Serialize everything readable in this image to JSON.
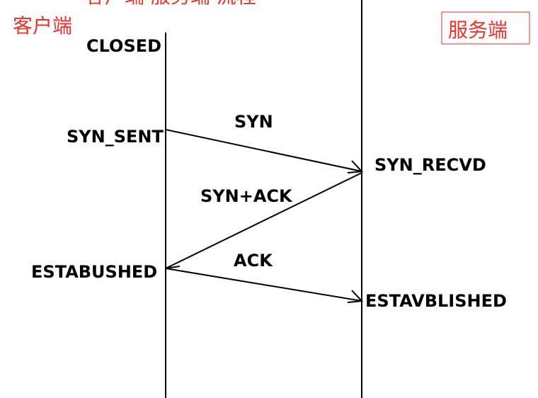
{
  "diagram": {
    "cut_off_title": "客户端 服务端 流程",
    "client_label": "客户端",
    "server_label": "服务端",
    "client_states": {
      "closed": "CLOSED",
      "syn_sent": "SYN_SENT",
      "established": "ESTABUSHED"
    },
    "server_states": {
      "syn_recvd": "SYN_RECVD",
      "established": "ESTAVBLISHED"
    },
    "messages": {
      "syn": "SYN",
      "syn_ack": "SYN+ACK",
      "ack": "ACK"
    }
  },
  "colors": {
    "side_label": "#e8322b",
    "line": "#000000",
    "text": "#000000"
  }
}
